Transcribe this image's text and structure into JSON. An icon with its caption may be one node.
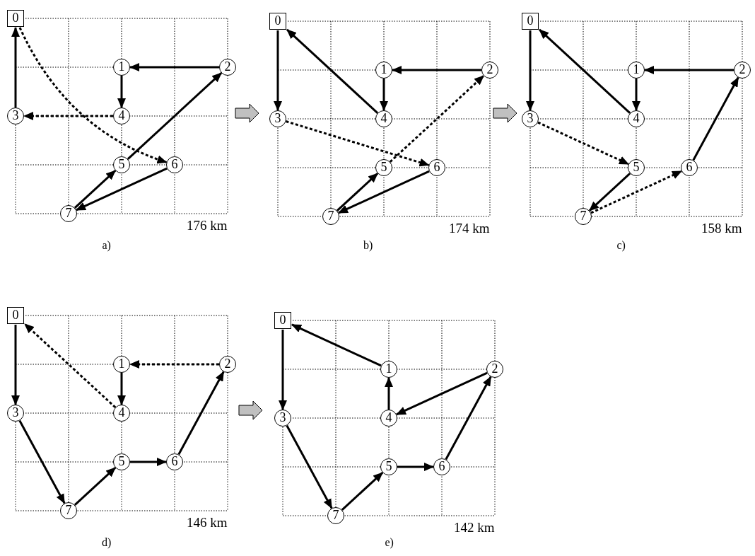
{
  "diagram": {
    "nodes": [
      {
        "text": [
          "0"
        ]
      },
      {
        "text": [
          "1"
        ]
      },
      {
        "text": [
          "2"
        ]
      },
      {
        "text": [
          "3"
        ]
      },
      {
        "text": [
          "4"
        ]
      },
      {
        "text": [
          "5"
        ]
      },
      {
        "text": [
          "6"
        ]
      },
      {
        "text": [
          "7"
        ]
      },
      {
        "text": [
          "0"
        ]
      },
      {
        "text": [
          "1"
        ]
      },
      {
        "text": [
          "2"
        ]
      },
      {
        "text": [
          "3"
        ]
      },
      {
        "text": [
          "4"
        ]
      },
      {
        "text": [
          "5"
        ]
      },
      {
        "text": [
          "6"
        ]
      },
      {
        "text": [
          "7"
        ]
      },
      {
        "text": [
          "0"
        ]
      },
      {
        "text": [
          "1"
        ]
      },
      {
        "text": [
          "2"
        ]
      },
      {
        "text": [
          "3"
        ]
      },
      {
        "text": [
          "4"
        ]
      },
      {
        "text": [
          "5"
        ]
      },
      {
        "text": [
          "6"
        ]
      },
      {
        "text": [
          "7"
        ]
      },
      {
        "text": [
          "0"
        ]
      },
      {
        "text": [
          "1"
        ]
      },
      {
        "text": [
          "2"
        ]
      },
      {
        "text": [
          "3"
        ]
      },
      {
        "text": [
          "4"
        ]
      },
      {
        "text": [
          "5"
        ]
      },
      {
        "text": [
          "6"
        ]
      },
      {
        "text": [
          "7"
        ]
      },
      {
        "text": [
          "0"
        ]
      },
      {
        "text": [
          "1"
        ]
      },
      {
        "text": [
          "2"
        ]
      },
      {
        "text": [
          "3"
        ]
      },
      {
        "text": [
          "4"
        ]
      },
      {
        "text": [
          "5"
        ]
      },
      {
        "text": [
          "6"
        ]
      },
      {
        "text": [
          "7"
        ]
      }
    ],
    "edges": [
      {
        "from": 3,
        "to": 0,
        "arrow": "to"
      },
      {
        "from": 0,
        "to": 6,
        "arrow": "to",
        "style": "dashed"
      },
      {
        "from": 2,
        "to": 1,
        "arrow": "to"
      },
      {
        "from": 1,
        "to": 4,
        "arrow": "to"
      },
      {
        "from": 4,
        "to": 3,
        "arrow": "to",
        "style": "dashed"
      },
      {
        "from": 5,
        "to": 2,
        "arrow": "to"
      },
      {
        "from": 7,
        "to": 5,
        "arrow": "to"
      },
      {
        "from": 6,
        "to": 7,
        "arrow": "to"
      },
      {
        "from": 8,
        "to": 11,
        "arrow": "to"
      },
      {
        "from": 12,
        "to": 8,
        "arrow": "to"
      },
      {
        "from": 10,
        "to": 9,
        "arrow": "to"
      },
      {
        "from": 9,
        "to": 12,
        "arrow": "to"
      },
      {
        "from": 11,
        "to": 14,
        "arrow": "to",
        "style": "dashed"
      },
      {
        "from": 13,
        "to": 10,
        "arrow": "to",
        "style": "dashed"
      },
      {
        "from": 15,
        "to": 13,
        "arrow": "to"
      },
      {
        "from": 14,
        "to": 15,
        "arrow": "to"
      },
      {
        "from": 16,
        "to": 19,
        "arrow": "to"
      },
      {
        "from": 20,
        "to": 16,
        "arrow": "to"
      },
      {
        "from": 18,
        "to": 17,
        "arrow": "to"
      },
      {
        "from": 17,
        "to": 20,
        "arrow": "to"
      },
      {
        "from": 19,
        "to": 21,
        "arrow": "to",
        "style": "dashed"
      },
      {
        "from": 21,
        "to": 23,
        "arrow": "to"
      },
      {
        "from": 23,
        "to": 22,
        "arrow": "to",
        "style": "dashed"
      },
      {
        "from": 22,
        "to": 18,
        "arrow": "to"
      },
      {
        "from": 24,
        "to": 27,
        "arrow": "to"
      },
      {
        "from": 28,
        "to": 24,
        "arrow": "to",
        "style": "dashed"
      },
      {
        "from": 26,
        "to": 25,
        "arrow": "to",
        "style": "dashed"
      },
      {
        "from": 25,
        "to": 28,
        "arrow": "to"
      },
      {
        "from": 27,
        "to": 31,
        "arrow": "to"
      },
      {
        "from": 31,
        "to": 29,
        "arrow": "to"
      },
      {
        "from": 29,
        "to": 30,
        "arrow": "to"
      },
      {
        "from": 30,
        "to": 26,
        "arrow": "to"
      },
      {
        "from": 32,
        "to": 35,
        "arrow": "to"
      },
      {
        "from": 33,
        "to": 32,
        "arrow": "to"
      },
      {
        "from": 36,
        "to": 33,
        "arrow": "to"
      },
      {
        "from": 34,
        "to": 36,
        "arrow": "to"
      },
      {
        "from": 35,
        "to": 39,
        "arrow": "to"
      },
      {
        "from": 39,
        "to": 37,
        "arrow": "to"
      },
      {
        "from": 37,
        "to": 38,
        "arrow": "to"
      },
      {
        "from": 38,
        "to": 34,
        "arrow": "to"
      }
    ],
    "labels": [
      "176 km",
      "174 km",
      "158 km",
      "a)",
      "b)",
      "c)",
      "146 km",
      "142 km",
      "d)",
      "e)"
    ]
  }
}
